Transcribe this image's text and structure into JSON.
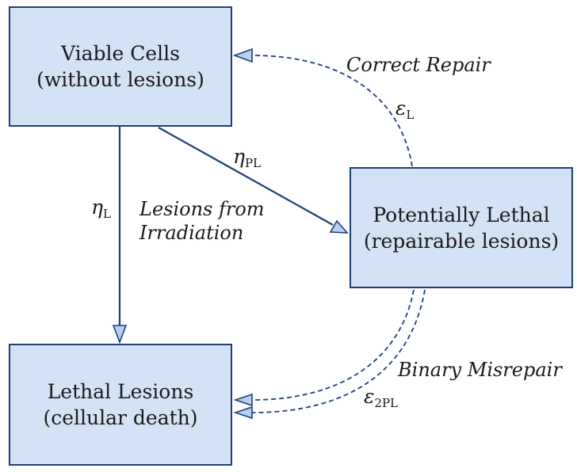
{
  "colors": {
    "box_fill": "#d4e2f5",
    "box_border": "#1f3f7a",
    "arrow": "#1f3f7a",
    "arrow_head_fill": "#b9cff0"
  },
  "nodes": {
    "viable": {
      "line1": "Viable Cells",
      "line2": "(without lesions)"
    },
    "potentially_lethal": {
      "line1": "Potentially Lethal",
      "line2": "(repairable lesions)"
    },
    "lethal": {
      "line1": "Lethal Lesions",
      "line2": "(cellular death)"
    }
  },
  "edges": {
    "viable_to_lethal": {
      "symbol": "η",
      "subscript": "L"
    },
    "viable_to_pl": {
      "symbol": "η",
      "subscript": "PL"
    },
    "pl_to_viable": {
      "symbol": "ε",
      "subscript": "L"
    },
    "pl_to_lethal": {
      "symbol": "ε",
      "subscript": "2PL"
    }
  },
  "annotations": {
    "correct_repair": "Correct Repair",
    "lesions_line1": "Lesions from",
    "lesions_line2": "Irradiation",
    "binary_misrepair": "Binary Misrepair"
  }
}
